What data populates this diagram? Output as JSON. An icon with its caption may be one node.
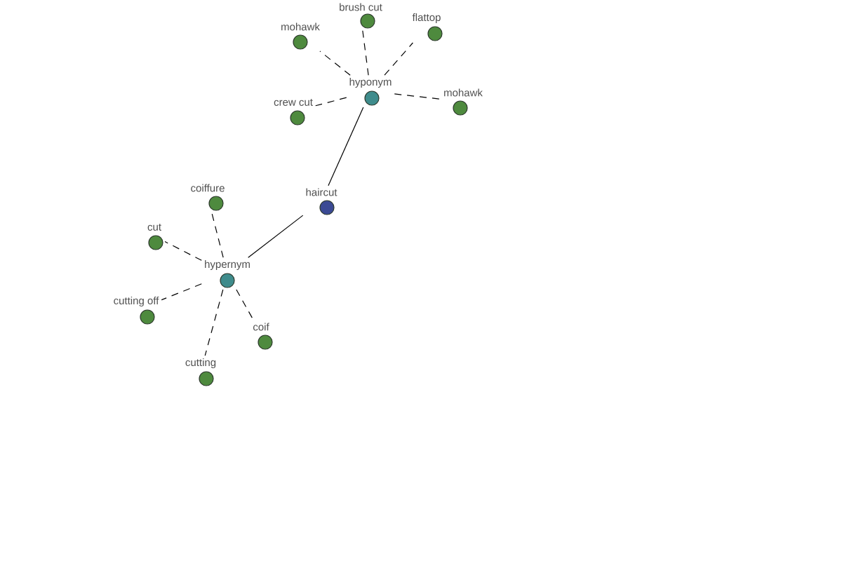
{
  "diagram": {
    "nodes": [
      {
        "text": [
          "brush cut"
        ]
      },
      {
        "text": [
          "flattop"
        ]
      },
      {
        "text": [
          "mohawk"
        ]
      },
      {
        "text": [
          "hyponym"
        ]
      },
      {
        "text": [
          "mohawk"
        ]
      },
      {
        "text": [
          "crew cut"
        ]
      },
      {
        "text": [
          "coiffure"
        ]
      },
      {
        "text": [
          "haircut"
        ]
      },
      {
        "text": [
          "cut"
        ]
      },
      {
        "text": [
          "hypernym"
        ]
      },
      {
        "text": [
          "cutting off"
        ]
      },
      {
        "text": [
          "coif"
        ]
      },
      {
        "text": [
          "cutting"
        ]
      }
    ],
    "edges": [
      {
        "from": 7,
        "to": 3,
        "arrow": "none"
      },
      {
        "from": 7,
        "to": 9,
        "arrow": "none"
      },
      {
        "from": 3,
        "to": 0,
        "arrow": "none",
        "style": "dashed"
      },
      {
        "from": 3,
        "to": 1,
        "arrow": "none",
        "style": "dashed"
      },
      {
        "from": 3,
        "to": 2,
        "arrow": "none",
        "style": "dashed"
      },
      {
        "from": 3,
        "to": 4,
        "arrow": "none",
        "style": "dashed"
      },
      {
        "from": 3,
        "to": 5,
        "arrow": "none",
        "style": "dashed"
      },
      {
        "from": 9,
        "to": 6,
        "arrow": "none",
        "style": "dashed"
      },
      {
        "from": 9,
        "to": 8,
        "arrow": "none",
        "style": "dashed"
      },
      {
        "from": 9,
        "to": 10,
        "arrow": "none",
        "style": "dashed"
      },
      {
        "from": 9,
        "to": 11,
        "arrow": "none",
        "style": "dashed"
      },
      {
        "from": 9,
        "to": 12,
        "arrow": "none",
        "style": "dashed"
      }
    ]
  }
}
